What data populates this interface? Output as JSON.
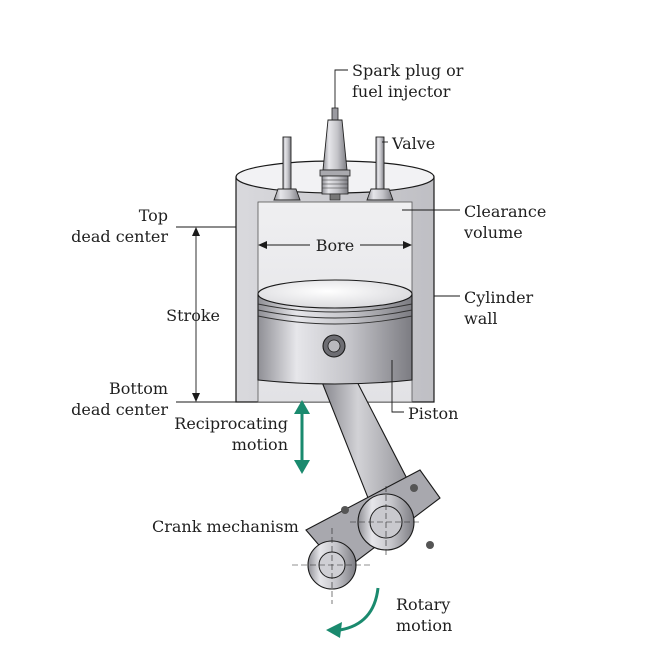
{
  "labels": {
    "spark_plug": [
      "Spark plug or",
      "fuel injector"
    ],
    "valve": "Valve",
    "top_dead_center": [
      "Top",
      "dead center"
    ],
    "clearance_volume": [
      "Clearance",
      "volume"
    ],
    "bore": "Bore",
    "stroke": "Stroke",
    "cylinder_wall": [
      "Cylinder",
      "wall"
    ],
    "bottom_dead_center": [
      "Bottom",
      "dead center"
    ],
    "reciprocating_motion": [
      "Reciprocating",
      "motion"
    ],
    "piston": "Piston",
    "crank_mechanism": "Crank mechanism",
    "rotary_motion": [
      "Rotary",
      "motion"
    ]
  },
  "colors": {
    "arrow": "#1a8a6e",
    "line": "#1a1a1a",
    "metal": "#c8c8cc",
    "metal_dark": "#8d8d93",
    "chamber": "#ececee"
  }
}
